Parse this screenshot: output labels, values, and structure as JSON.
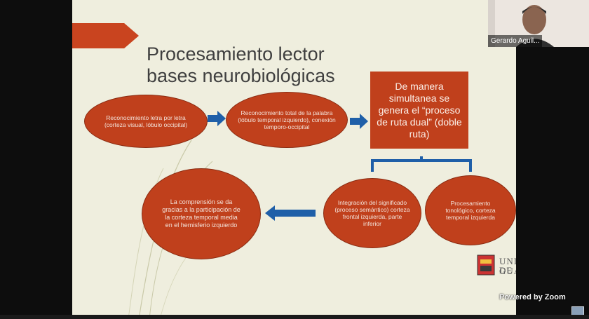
{
  "slide": {
    "title_line1": "Procesamiento lector",
    "title_line2": "bases neurobiológicas",
    "nodes": {
      "n1": "Reconocimiento letra por letra (corteza visual, lóbulo occipital)",
      "n2": "Reconocimiento total de la palabra (lóbulo temporal izquierdo), conexión temporo-occipital",
      "n3": "De manera simultanea se genera el “proceso de ruta dual” (doble ruta)",
      "n4": "Integración del significado (proceso semántico) corteza frontal izquierda, parte inferior",
      "n5": "Procesamiento tonológico, corteza temporal izquierda",
      "n6": "La comprensión se da gracias a la participación de la corteza temporal media en el hemisferio izquierdo"
    },
    "logo": {
      "line1": "UNIVERSIDAD DE",
      "line2": "GUADALAJARA"
    }
  },
  "video": {
    "participant_name": "Gerardo Aguil..."
  },
  "overlay": {
    "powered_by": "Powered by Zoom"
  },
  "colors": {
    "slide_bg": "#efeede",
    "accent": "#c0401c",
    "arrow": "#1f5fa8"
  }
}
